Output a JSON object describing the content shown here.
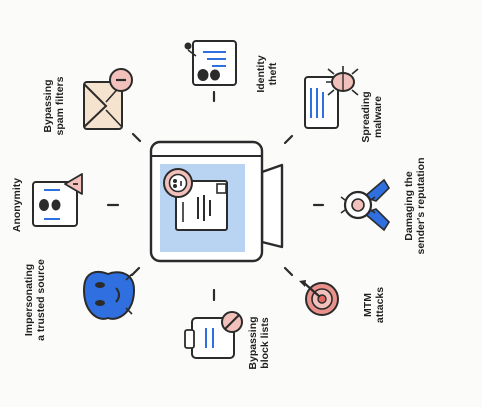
{
  "palette": {
    "ink": "#2b2b2b",
    "accent_red": "#e0685f",
    "accent_blue": "#2f6fe0",
    "panel_blue": "#b9d3f2",
    "soft_red": "#f3c1bc"
  },
  "labels": {
    "identity_theft": "Identity\ntheft",
    "spreading_malware": "Spreading\nmalware",
    "damaging_reputation": "Damaging the\nsender's reputation",
    "mtm_attacks": "MTM\nattacks",
    "bypassing_block_lists": "Bypassing\nblock lists",
    "impersonating_source": "Impersonating\na trusted source",
    "anonymity": "Anonymity",
    "bypassing_spam_filters": "Bypassing\nspam filters"
  },
  "icons": {
    "center": "spoofed-email-window-icon",
    "identity_theft": "id-card-icon",
    "spreading_malware": "bug-document-icon",
    "damaging_reputation": "broken-medal-icon",
    "mtm_attacks": "target-icon",
    "bypassing_block_lists": "blocked-list-icon",
    "impersonating_source": "mask-icon",
    "anonymity": "anonymous-card-icon",
    "bypassing_spam_filters": "spam-envelope-icon"
  }
}
